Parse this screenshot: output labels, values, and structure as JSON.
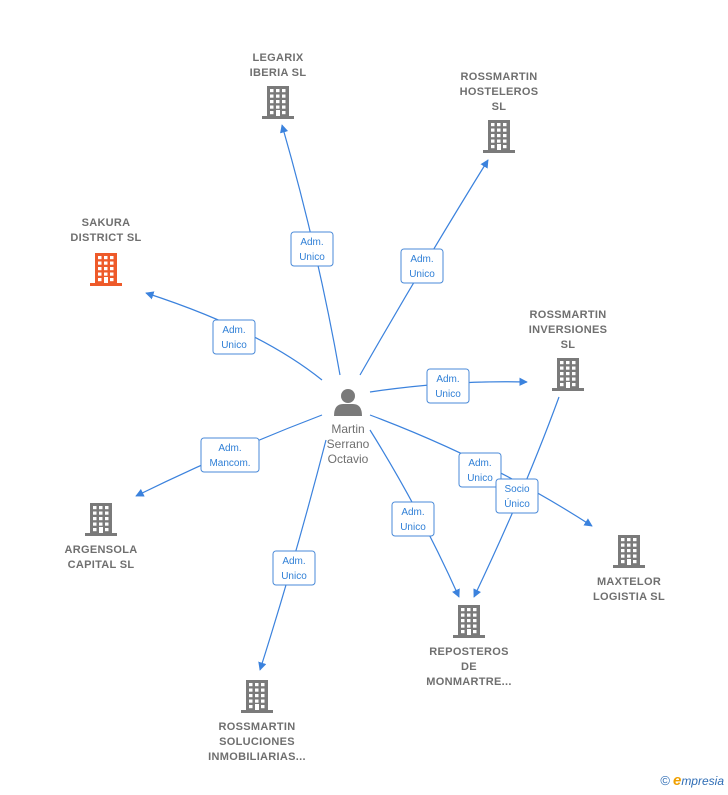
{
  "center": {
    "id": "person",
    "lines": [
      "Martin",
      "Serrano",
      "Octavio"
    ]
  },
  "nodes": [
    {
      "id": "legarix",
      "lines": [
        "LEGARIX",
        "IBERIA  SL"
      ],
      "color": "#7a7a7a",
      "highlight": false
    },
    {
      "id": "rossmartin-hosteleros",
      "lines": [
        "ROSSMARTIN",
        "HOSTELEROS",
        "SL"
      ],
      "color": "#7a7a7a",
      "highlight": false
    },
    {
      "id": "sakura",
      "lines": [
        "SAKURA",
        "DISTRICT  SL"
      ],
      "color": "#ee5a2a",
      "highlight": true
    },
    {
      "id": "rossmartin-inversiones",
      "lines": [
        "ROSSMARTIN",
        "INVERSIONES",
        "SL"
      ],
      "color": "#7a7a7a",
      "highlight": false
    },
    {
      "id": "argensola",
      "lines": [
        "ARGENSOLA",
        "CAPITAL  SL"
      ],
      "color": "#7a7a7a",
      "highlight": false
    },
    {
      "id": "maxtelor",
      "lines": [
        "MAXTELOR",
        "LOGISTIA  SL"
      ],
      "color": "#7a7a7a",
      "highlight": false
    },
    {
      "id": "reposteros",
      "lines": [
        "REPOSTEROS",
        "DE",
        "MONMARTRE..."
      ],
      "color": "#7a7a7a",
      "highlight": false
    },
    {
      "id": "rossmartin-soluciones",
      "lines": [
        "ROSSMARTIN",
        "SOLUCIONES",
        "INMOBILIARIAS..."
      ],
      "color": "#7a7a7a",
      "highlight": false
    }
  ],
  "edges": [
    {
      "from": "person",
      "to": "legarix",
      "lines": [
        "Adm.",
        "Unico"
      ]
    },
    {
      "from": "person",
      "to": "rossmartin-hosteleros",
      "lines": [
        "Adm.",
        "Unico"
      ]
    },
    {
      "from": "person",
      "to": "sakura",
      "lines": [
        "Adm.",
        "Unico"
      ]
    },
    {
      "from": "person",
      "to": "rossmartin-inversiones",
      "lines": [
        "Adm.",
        "Unico"
      ]
    },
    {
      "from": "person",
      "to": "argensola",
      "lines": [
        "Adm.",
        "Mancom."
      ]
    },
    {
      "from": "person",
      "to": "maxtelor",
      "lines": [
        "Adm.",
        "Unico"
      ]
    },
    {
      "from": "person",
      "to": "reposteros",
      "lines": [
        "Adm.",
        "Unico"
      ]
    },
    {
      "from": "rossmartin-inversiones",
      "to": "reposteros",
      "lines": [
        "Socio",
        "Único"
      ]
    },
    {
      "from": "person",
      "to": "rossmartin-soluciones",
      "lines": [
        "Adm.",
        "Unico"
      ]
    }
  ],
  "colors": {
    "edge": "#3b82dd",
    "edge_label": "#2f7fd6",
    "node": "#7a7a7a",
    "highlight": "#ee5a2a",
    "person": "#7a7a7a"
  },
  "icons": {
    "company": "building-icon",
    "person": "person-icon"
  },
  "footer": {
    "copyright": "©",
    "brand_initial": "e",
    "brand_rest": "mpresia"
  }
}
